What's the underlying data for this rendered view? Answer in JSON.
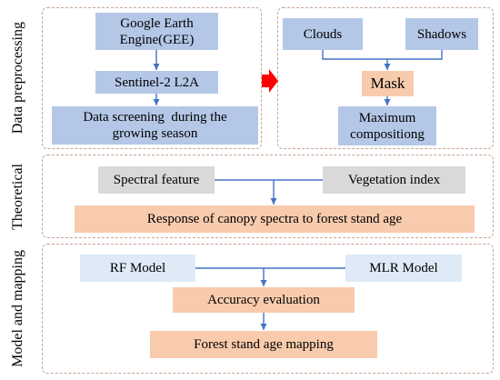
{
  "colors": {
    "blue_box": "#b4c7e7",
    "light_blue_box": "#deebf7",
    "gray_box": "#d9d9d9",
    "orange_box": "#f8cbad",
    "arrow": "#4472c4",
    "red_arrow": "#ff0000",
    "dashed_border": "#c5a594"
  },
  "sections": [
    {
      "label": "Data preprocessing"
    },
    {
      "label": "Theoretical"
    },
    {
      "label": "Model and mapping"
    }
  ],
  "preprocessing": {
    "gee": {
      "lines": [
        "Google Earth",
        "Engine(GEE)"
      ]
    },
    "sentinel": {
      "label": "Sentinel-2 L2A"
    },
    "screening": {
      "lines": [
        "Data screening  during the",
        "growing season"
      ]
    },
    "clouds": {
      "label": "Clouds"
    },
    "shadows": {
      "label": "Shadows"
    },
    "mask": {
      "label": "Mask"
    },
    "compositing": {
      "lines": [
        "Maximum",
        "compositiong"
      ]
    }
  },
  "theoretical": {
    "spectral": {
      "label": "Spectral feature"
    },
    "vegetation": {
      "label": "Vegetation index"
    },
    "response": {
      "label": "Response of canopy spectra to forest stand age"
    }
  },
  "model": {
    "rf": {
      "label": "RF Model"
    },
    "mlr": {
      "label": "MLR Model"
    },
    "accuracy": {
      "label": "Accuracy evaluation"
    },
    "mapping": {
      "label": "Forest stand age mapping"
    }
  }
}
